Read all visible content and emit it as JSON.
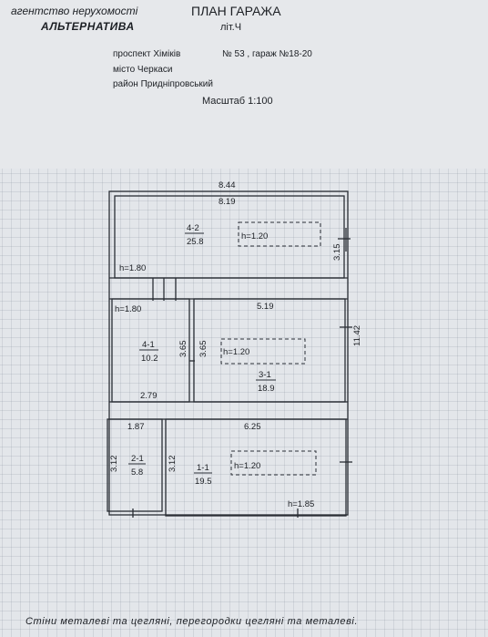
{
  "header": {
    "agency_line1": "агентство нерухомості",
    "agency_line2": "АЛЬТЕРНАТИВА",
    "title": "ПЛАН ГАРАЖА",
    "lit": "літ.Ч",
    "address": "проспект  Хіміків",
    "number_garage": "№  53 ,  гараж №18-20",
    "city": "місто  Черкаси",
    "district": "район   Придніпровський",
    "scale": "Масштаб 1:100"
  },
  "plan": {
    "overall_width": "8.44",
    "overall_length": "11.42",
    "rooms": [
      {
        "code": "4-2",
        "area": "25.8",
        "height": "h=1.20",
        "width": "8.19",
        "depth": "3.15",
        "extra_height": "h=1.80"
      },
      {
        "code": "4-1",
        "area": "10.2",
        "height": "h=1.80",
        "width": "2.79",
        "depth": "3.65"
      },
      {
        "code": "3-1",
        "area": "18.9",
        "height": "h=1.20",
        "width": "5.19",
        "depth": "3.65"
      },
      {
        "code": "2-1",
        "area": "5.8",
        "width": "1.87",
        "depth": "3.12"
      },
      {
        "code": "1-1",
        "area": "19.5",
        "height": "h=1.20",
        "width": "6.25",
        "depth": "3.12",
        "extra_height": "h=1.85"
      }
    ]
  },
  "footer": "Стіни металеві та цегляні, перегородки цегляні та металеві."
}
